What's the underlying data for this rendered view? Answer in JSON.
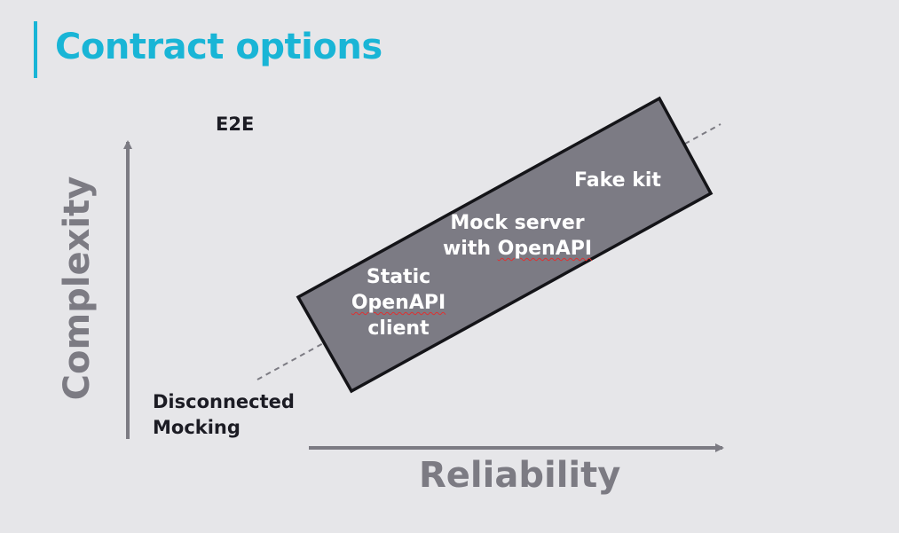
{
  "title": "Contract options",
  "axes": {
    "y_label": "Complexity",
    "x_label": "Reliability"
  },
  "labels": {
    "top": "E2E",
    "bottom_line1": "Disconnected",
    "bottom_line2": "Mocking"
  },
  "box_items": [
    {
      "lines": [
        "Static",
        "OpenAPI",
        "client"
      ]
    },
    {
      "lines": [
        "Mock server",
        "with OpenAPI"
      ]
    },
    {
      "lines": [
        "Fake kit"
      ]
    }
  ],
  "colors": {
    "accent": "#19b5d6",
    "background": "#e6e6e9",
    "axis": "#7c7b83",
    "box_fill": "#7c7b84",
    "box_border": "#141418"
  }
}
